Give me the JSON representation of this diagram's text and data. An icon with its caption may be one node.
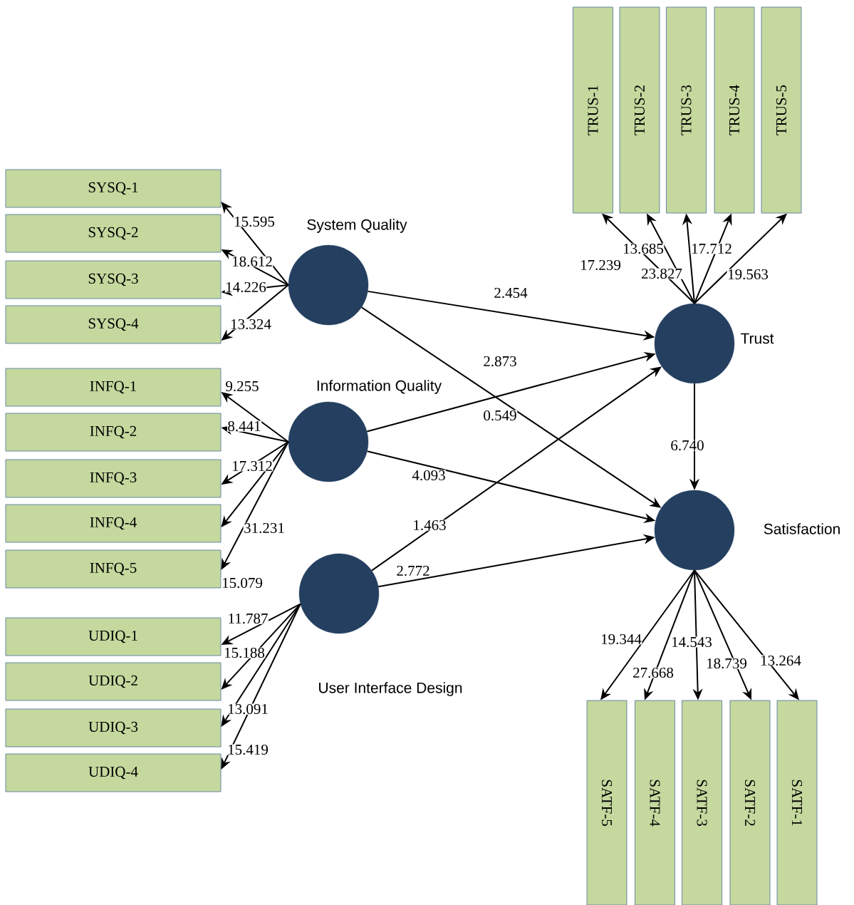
{
  "diagram": {
    "nodes": [
      {
        "text": [
          "SYSQ-1"
        ]
      },
      {
        "text": [
          "SYSQ-2"
        ]
      },
      {
        "text": [
          "SYSQ-3"
        ]
      },
      {
        "text": [
          "SYSQ-4"
        ]
      },
      {
        "text": [
          "INFQ-1"
        ]
      },
      {
        "text": [
          "INFQ-2"
        ]
      },
      {
        "text": [
          "INFQ-3"
        ]
      },
      {
        "text": [
          "INFQ-4"
        ]
      },
      {
        "text": [
          "INFQ-5"
        ]
      },
      {
        "text": [
          "UDIQ-1"
        ]
      },
      {
        "text": [
          "UDIQ-2"
        ]
      },
      {
        "text": [
          "UDIQ-3"
        ]
      },
      {
        "text": [
          "UDIQ-4"
        ]
      },
      {
        "text": [
          "TRUS-1"
        ]
      },
      {
        "text": [
          "TRUS-2"
        ]
      },
      {
        "text": [
          "TRUS-3"
        ]
      },
      {
        "text": [
          "TRUS-4"
        ]
      },
      {
        "text": [
          "TRUS-5"
        ]
      },
      {
        "text": [
          "SATF-5"
        ]
      },
      {
        "text": [
          "SATF-4"
        ]
      },
      {
        "text": [
          "SATF-3"
        ]
      },
      {
        "text": [
          "SATF-2"
        ]
      },
      {
        "text": [
          "SATF-1"
        ]
      },
      {
        "text": [
          "System Quality"
        ]
      },
      {
        "text": [
          "Information Quality"
        ]
      },
      {
        "text": [
          "User Interface Design"
        ]
      },
      {
        "text": [
          "Trust"
        ]
      },
      {
        "text": [
          "Satisfaction"
        ]
      }
    ],
    "edges": [
      {
        "from": 23,
        "to": 0,
        "arrow": "to",
        "label": "15.595"
      },
      {
        "from": 23,
        "to": 1,
        "arrow": "to",
        "label": "18.612"
      },
      {
        "from": 23,
        "to": 2,
        "arrow": "to",
        "label": "14.226"
      },
      {
        "from": 23,
        "to": 3,
        "arrow": "to",
        "label": "13.324"
      },
      {
        "from": 24,
        "to": 4,
        "arrow": "to",
        "label": "9.255"
      },
      {
        "from": 24,
        "to": 5,
        "arrow": "to",
        "label": "8.441"
      },
      {
        "from": 24,
        "to": 6,
        "arrow": "to",
        "label": "17.312"
      },
      {
        "from": 24,
        "to": 7,
        "arrow": "to",
        "label": "31.231"
      },
      {
        "from": 24,
        "to": 8,
        "arrow": "to",
        "label": "15.079"
      },
      {
        "from": 25,
        "to": 9,
        "arrow": "to",
        "label": "11.787"
      },
      {
        "from": 25,
        "to": 10,
        "arrow": "to",
        "label": "15.188"
      },
      {
        "from": 25,
        "to": 11,
        "arrow": "to",
        "label": "13.091"
      },
      {
        "from": 25,
        "to": 12,
        "arrow": "to",
        "label": "15.419"
      },
      {
        "from": 26,
        "to": 13,
        "arrow": "to",
        "label": "17.239"
      },
      {
        "from": 26,
        "to": 14,
        "arrow": "to",
        "label": "13.685"
      },
      {
        "from": 26,
        "to": 15,
        "arrow": "to",
        "label": "23.827"
      },
      {
        "from": 26,
        "to": 16,
        "arrow": "to",
        "label": "17.712"
      },
      {
        "from": 26,
        "to": 17,
        "arrow": "to",
        "label": "19.563"
      },
      {
        "from": 27,
        "to": 18,
        "arrow": "to",
        "label": "19.344"
      },
      {
        "from": 27,
        "to": 19,
        "arrow": "to",
        "label": "27.668"
      },
      {
        "from": 27,
        "to": 20,
        "arrow": "to",
        "label": "14.543"
      },
      {
        "from": 27,
        "to": 21,
        "arrow": "to",
        "label": "18.739"
      },
      {
        "from": 27,
        "to": 22,
        "arrow": "to",
        "label": "13.264"
      },
      {
        "from": 23,
        "to": 26,
        "arrow": "to",
        "label": "2.454"
      },
      {
        "from": 23,
        "to": 27,
        "arrow": "to",
        "label": "0.549"
      },
      {
        "from": 24,
        "to": 26,
        "arrow": "to",
        "label": "2.873"
      },
      {
        "from": 24,
        "to": 27,
        "arrow": "to",
        "label": "4.093"
      },
      {
        "from": 25,
        "to": 26,
        "arrow": "to",
        "label": "1.463"
      },
      {
        "from": 25,
        "to": 27,
        "arrow": "to",
        "label": "2.772"
      },
      {
        "from": 26,
        "to": 27,
        "arrow": "to",
        "label": "6.740"
      }
    ]
  }
}
